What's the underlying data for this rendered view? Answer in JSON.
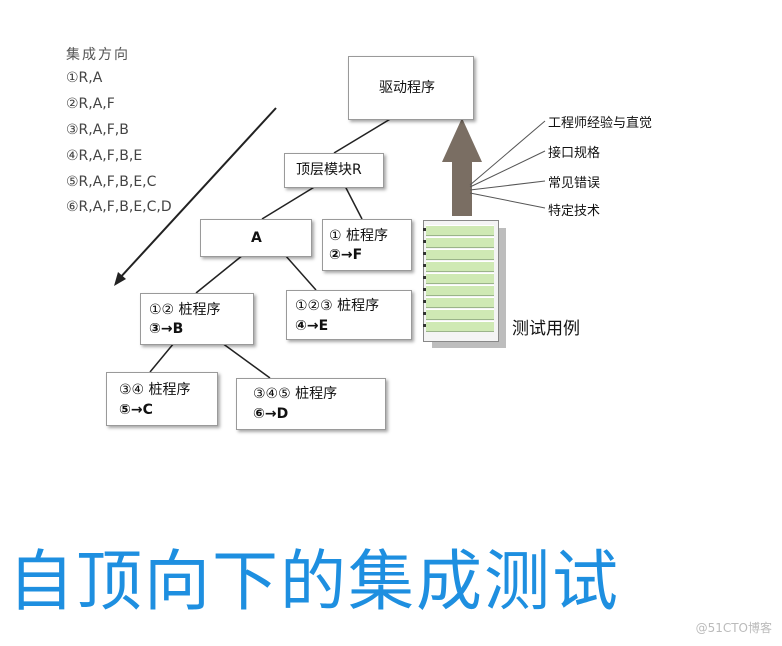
{
  "direction": {
    "title": "集成方向",
    "items": [
      "①R,A",
      "②R,A,F",
      "③R,A,F,B",
      "④R,A,F,B,E",
      "⑤R,A,F,B,E,C",
      "⑥R,A,F,B,E,C,D"
    ]
  },
  "nodes": {
    "driver": "驱动程序",
    "top": "顶层模块R",
    "a": "A",
    "f_line1": "① 桩程序",
    "f_line2": "②→F",
    "b_line1": "①② 桩程序",
    "b_line2": "③→B",
    "e_line1": "①②③ 桩程序",
    "e_line2": "④→E",
    "c_line1": "③④ 桩程序",
    "c_line2": "⑤→C",
    "d_line1": "③④⑤ 桩程序",
    "d_line2": "⑥→D"
  },
  "side_labels": [
    "工程师经验与直觉",
    "接口规格",
    "常见错误",
    "特定技术"
  ],
  "test_cases_label": "测试用例",
  "title": "自顶向下的集成测试",
  "watermark": "@51CTO博客",
  "colors": {
    "title": "#1e8fe0",
    "arrow": "#7a6e63",
    "rows": "#cfe9b4"
  }
}
